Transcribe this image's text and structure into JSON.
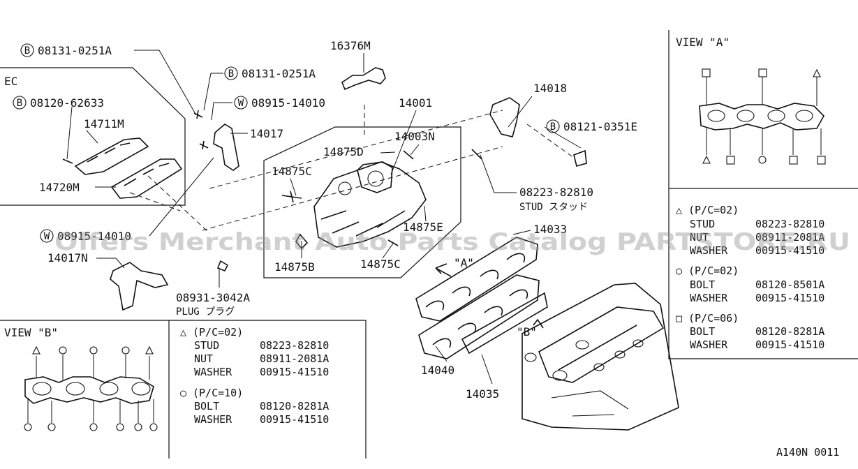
{
  "callouts": {
    "bolt_08131_0251A_top": {
      "code": "B",
      "text": "08131-0251A"
    },
    "bolt_08131_0251A_mid": {
      "code": "B",
      "text": "08131-0251A"
    },
    "bolt_08120_62633": {
      "code": "B",
      "text": "08120-62633"
    },
    "washer_08915_14010_top": {
      "code": "W",
      "text": "08915-14010"
    },
    "washer_08915_14010_bottom": {
      "code": "W",
      "text": "08915-14010"
    },
    "bolt_08121_0351E": {
      "code": "B",
      "text": "08121-0351E"
    }
  },
  "ec_label": "EC",
  "parts": {
    "p16376M": "16376M",
    "p14711M": "14711M",
    "p14720M": "14720M",
    "p14017": "14017",
    "p14001": "14001",
    "p14018": "14018",
    "p14003N": "14003N",
    "p14875D": "14875D",
    "p14875C_top": "14875C",
    "p14875E": "14875E",
    "p14875B": "14875B",
    "p14875C_bottom": "14875C",
    "p14017N": "14017N",
    "p14033": "14033",
    "p14040": "14040",
    "p14035": "14035"
  },
  "stud_part": {
    "number": "08223-82810",
    "name": "STUD スタッド"
  },
  "plug_part": {
    "number": "08931-3042A",
    "name": "PLUG プラグ"
  },
  "view_markers": {
    "a": "\"A\"",
    "b": "\"B\""
  },
  "view_a": {
    "title": "VIEW \"A\"",
    "groups": [
      {
        "symbol": "△",
        "title": "(P/C=02)",
        "rows": [
          {
            "name": "STUD",
            "number": "08223-82810"
          },
          {
            "name": "NUT",
            "number": "08911-2081A"
          },
          {
            "name": "WASHER",
            "number": "00915-41510"
          }
        ]
      },
      {
        "symbol": "○",
        "title": "(P/C=02)",
        "rows": [
          {
            "name": "BOLT",
            "number": "08120-8501A"
          },
          {
            "name": "WASHER",
            "number": "00915-41510"
          }
        ]
      },
      {
        "symbol": "□",
        "title": "(P/C=06)",
        "rows": [
          {
            "name": "BOLT",
            "number": "08120-8281A"
          },
          {
            "name": "WASHER",
            "number": "00915-41510"
          }
        ]
      }
    ]
  },
  "view_b": {
    "title": "VIEW \"B\"",
    "groups": [
      {
        "symbol": "△",
        "title": "(P/C=02)",
        "rows": [
          {
            "name": "STUD",
            "number": "08223-82810"
          },
          {
            "name": "NUT",
            "number": "08911-2081A"
          },
          {
            "name": "WASHER",
            "number": "00915-41510"
          }
        ]
      },
      {
        "symbol": "○",
        "title": "(P/C=10)",
        "rows": [
          {
            "name": "BOLT",
            "number": "08120-8281A"
          },
          {
            "name": "WASHER",
            "number": "00915-41510"
          }
        ]
      }
    ]
  },
  "watermark": "Offers Merchant Auto Parts Catalog PARTSTORE.RU",
  "diagram_code": "A140N 0011"
}
